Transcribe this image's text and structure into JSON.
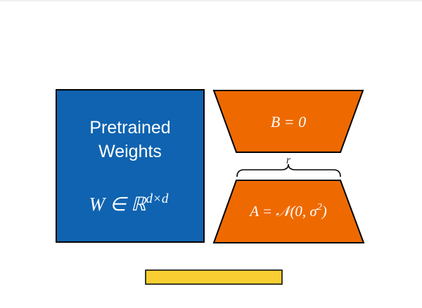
{
  "pretrained": {
    "line1": "Pretrained",
    "line2": "Weights",
    "formula_main": "W ∈ ℝ",
    "formula_sup": "d×d",
    "fill": "#0F63B0"
  },
  "matrix_b": {
    "label": "B = 0",
    "fill": "#EE6A00"
  },
  "rank_label": "r",
  "matrix_a": {
    "label_prefix": "A = 𝒩(0, σ",
    "label_sup": "2",
    "label_suffix": ")",
    "fill": "#EE6A00"
  },
  "input_bar": {
    "fill": "#F8CE32"
  }
}
